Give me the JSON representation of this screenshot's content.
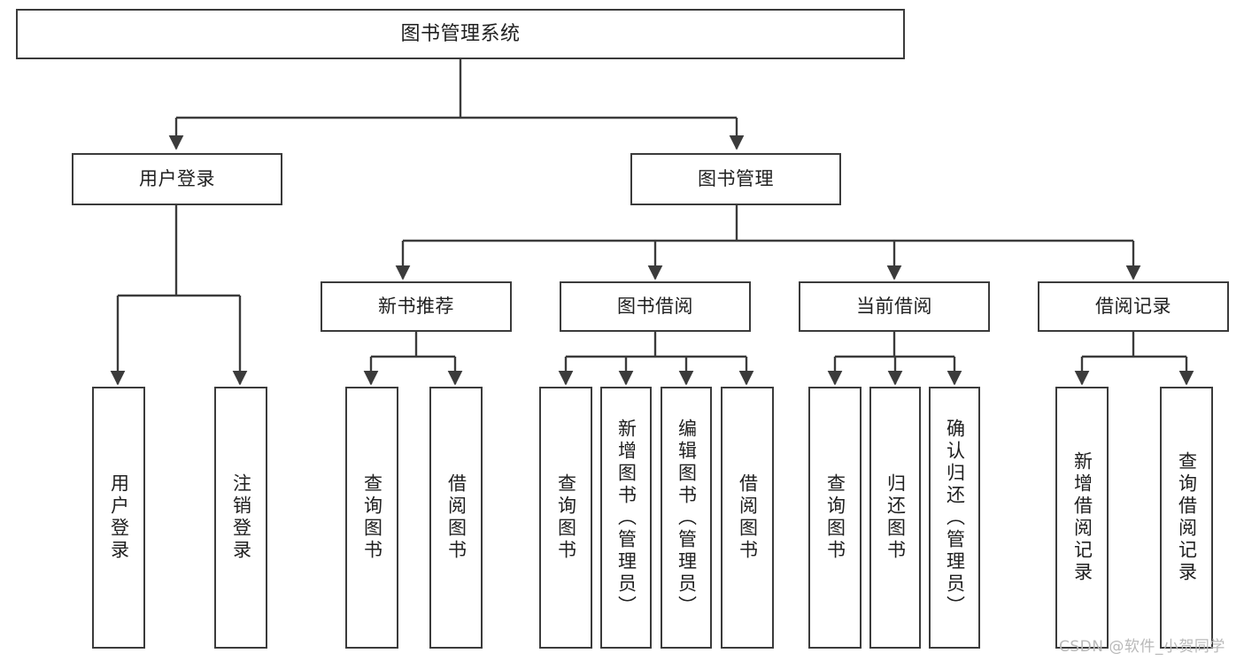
{
  "diagram": {
    "title": "图书管理系统",
    "type": "tree",
    "colors": {
      "stroke": "#3b3b3b",
      "fill": "#ffffff",
      "text": "#202020",
      "watermark": "#b9b9b9"
    },
    "root": {
      "label": "图书管理系统"
    },
    "level2": [
      {
        "label": "用户登录"
      },
      {
        "label": "图书管理"
      }
    ],
    "level3": [
      {
        "label": "新书推荐"
      },
      {
        "label": "图书借阅"
      },
      {
        "label": "当前借阅"
      },
      {
        "label": "借阅记录"
      }
    ],
    "leaves": {
      "user_login": [
        {
          "label": "用户登录"
        },
        {
          "label": "注销登录"
        }
      ],
      "new_book": [
        {
          "label": "查询图书"
        },
        {
          "label": "借阅图书"
        }
      ],
      "book_borrow": [
        {
          "label": "查询图书"
        },
        {
          "label": "新增图书（管理员）"
        },
        {
          "label": "编辑图书（管理员）"
        },
        {
          "label": "借阅图书"
        }
      ],
      "current_borrow": [
        {
          "label": "查询图书"
        },
        {
          "label": "归还图书"
        },
        {
          "label": "确认归还（管理员）"
        }
      ],
      "borrow_record": [
        {
          "label": "新增借阅记录"
        },
        {
          "label": "查询借阅记录"
        }
      ]
    }
  },
  "watermark": {
    "text": "CSDN @软件_小贺同学"
  }
}
